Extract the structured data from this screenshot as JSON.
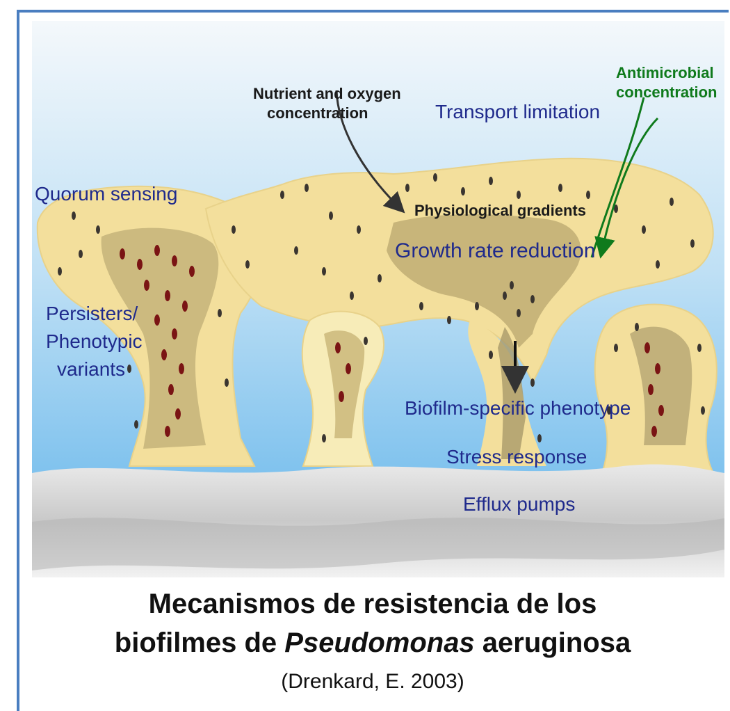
{
  "figure": {
    "labels": {
      "nutrient_line1": "Nutrient and oxygen",
      "nutrient_line2": "concentration",
      "transport": "Transport limitation",
      "antimicrobial_line1": "Antimicrobial",
      "antimicrobial_line2": "concentration",
      "quorum": "Quorum sensing",
      "physio": "Physiological gradients",
      "growth": "Growth rate reduction",
      "persisters_line1": "Persisters/",
      "persisters_line2": "Phenotypic",
      "persisters_line3": "variants",
      "biofilm_phenotype": "Biofilm-specific phenotype",
      "stress": "Stress response",
      "efflux": "Efflux pumps"
    },
    "colors": {
      "sky_top": "#f4f8fb",
      "sky_bottom": "#5fb3ea",
      "biofilm_light": "#f3df9c",
      "biofilm_mid": "#d8c784",
      "biofilm_core": "#a99a6a",
      "cell_dark": "#3a3530",
      "cell_red": "#7a1414",
      "substrate": "#cfcfcf",
      "text_blue": "#1f2a8c",
      "text_green": "#0f7a1c"
    }
  },
  "caption": {
    "line1": "Mecanismos de resistencia de los",
    "line2_prefix": "biofilmes de ",
    "line2_italic": "Pseudomonas",
    "line2_suffix": " aeruginosa",
    "citation": "(Drenkard, E. 2003)"
  }
}
